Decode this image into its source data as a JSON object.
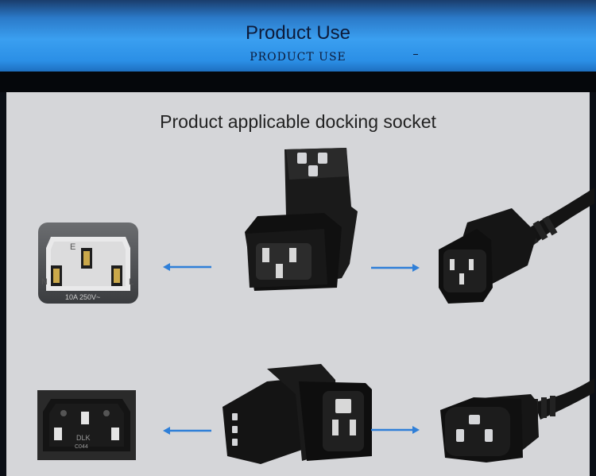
{
  "banner": {
    "title": "Product Use",
    "subtitle": "PRODUCT USE"
  },
  "section": {
    "title": "Product applicable docking socket"
  },
  "colors": {
    "banner_blue": "#3a9ff0",
    "panel_gray": "#d5d6d9",
    "arrow_blue": "#2f7fd8",
    "plug_black": "#141414"
  },
  "icons": {
    "top_left": "c14-inlet-socket-icon",
    "top_center": "right-angle-c13-to-c14-adapter-icon",
    "top_right": "c14-plug-cable-icon",
    "bottom_left": "c14-panel-inlet-icon",
    "bottom_center": "angled-c14-to-c13-adapter-icon",
    "bottom_right": "c13-connector-cable-icon"
  },
  "socket_markings": {
    "top_left_pin_e": "E",
    "top_left_pin_n": "N",
    "top_left_pin_l": "L",
    "top_left_rating": "10A 250V~",
    "bottom_left_mark_1": "DLK",
    "bottom_left_mark_2": "C044"
  }
}
